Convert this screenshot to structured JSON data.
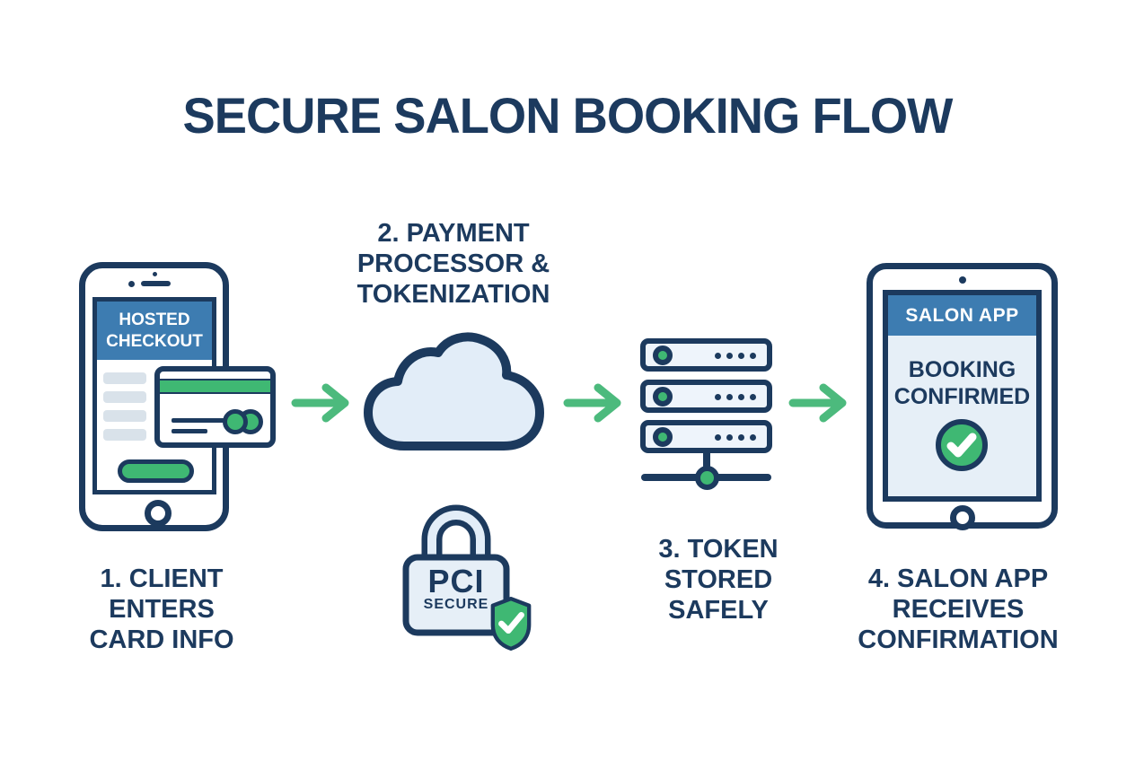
{
  "title": "SECURE SALON BOOKING FLOW",
  "colors": {
    "navy": "#1c3a5e",
    "blue": "#3d7cb1",
    "green": "#3fb873",
    "arrow_green": "#4cba7d",
    "light_blue": "#e6eff7",
    "cloud_blue": "#e2edf8",
    "field_gray": "#d9e2ea"
  },
  "phone": {
    "screen_header_line1": "HOSTED",
    "screen_header_line2": "CHECKOUT"
  },
  "padlock": {
    "title": "PCI",
    "subtitle": "SECURE"
  },
  "tablet": {
    "app_header": "SALON APP",
    "status_line1": "BOOKING",
    "status_line2": "CONFIRMED"
  },
  "steps": [
    {
      "lines": [
        "1. CLIENT",
        "ENTERS",
        "CARD INFO"
      ]
    },
    {
      "lines": [
        "2. PAYMENT",
        "PROCESSOR &",
        "TOKENIZATION"
      ]
    },
    {
      "lines": [
        "3. TOKEN",
        "STORED",
        "SAFELY"
      ]
    },
    {
      "lines": [
        "4. SALON APP",
        "RECEIVES",
        "CONFIRMATION"
      ]
    }
  ]
}
